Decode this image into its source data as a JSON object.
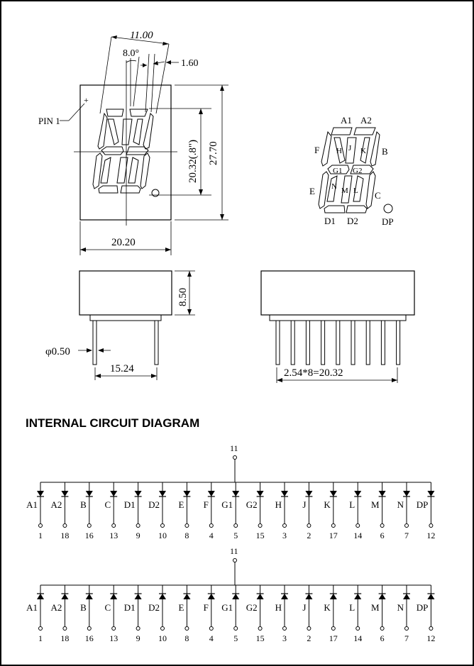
{
  "dimensions": {
    "width_11": "11.00",
    "angle": "8.0°",
    "pitch_1_60": "1.60",
    "pin1_label": "PIN 1",
    "height_20_32": "20.32(.8\")",
    "height_27_70": "27.70",
    "width_20_20": "20.20",
    "depth_8_50": "8.50",
    "pin_diameter": "φ0.50",
    "pin_span": "15.24",
    "pin_pitch": "2.54*8=20.32"
  },
  "segment_labels": [
    "A1",
    "A2",
    "B",
    "C",
    "D1",
    "D2",
    "E",
    "F",
    "G1",
    "G2",
    "H",
    "J",
    "K",
    "L",
    "M",
    "N",
    "DP"
  ],
  "section_title": "INTERNAL CIRCUIT DIAGRAM",
  "circuits": [
    {
      "common_pin": "11",
      "segments": [
        "A1",
        "A2",
        "B",
        "C",
        "D1",
        "D2",
        "E",
        "F",
        "G1",
        "G2",
        "H",
        "J",
        "K",
        "L",
        "M",
        "N",
        "DP"
      ],
      "pins": [
        "1",
        "18",
        "16",
        "13",
        "9",
        "10",
        "8",
        "4",
        "5",
        "15",
        "3",
        "2",
        "17",
        "14",
        "6",
        "7",
        "12"
      ]
    },
    {
      "common_pin": "11",
      "segments": [
        "A1",
        "A2",
        "B",
        "C",
        "D1",
        "D2",
        "E",
        "F",
        "G1",
        "G2",
        "H",
        "J",
        "K",
        "L",
        "M",
        "N",
        "DP"
      ],
      "pins": [
        "1",
        "18",
        "16",
        "13",
        "9",
        "10",
        "8",
        "4",
        "5",
        "15",
        "3",
        "2",
        "17",
        "14",
        "6",
        "7",
        "12"
      ]
    }
  ]
}
